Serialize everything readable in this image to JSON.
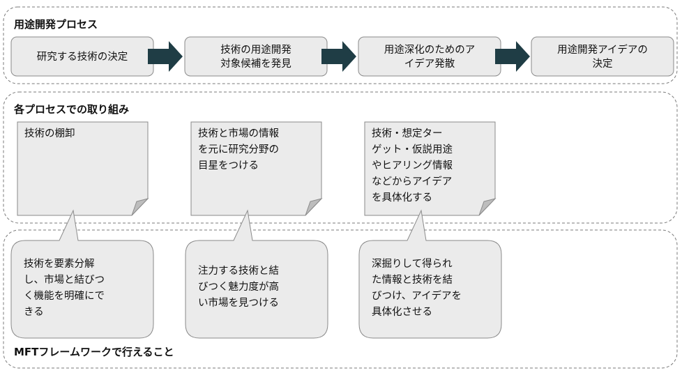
{
  "sections": {
    "process": {
      "title": "用途開発プロセス"
    },
    "efforts": {
      "title": "各プロセスでの取り組み"
    },
    "mft": {
      "title": "MFTフレームワークで行えること"
    }
  },
  "process_steps": [
    {
      "lines": [
        "研究する技術の決定"
      ]
    },
    {
      "lines": [
        "技術の用途開発",
        "対象候補を発見"
      ]
    },
    {
      "lines": [
        "用途深化のためのア",
        "イデア発散"
      ]
    },
    {
      "lines": [
        "用途開発アイデアの",
        "決定"
      ]
    }
  ],
  "notes": [
    {
      "lines": [
        "技術の棚卸"
      ]
    },
    {
      "lines": [
        "技術と市場の情報",
        "を元に研究分野の",
        "目星をつける"
      ]
    },
    {
      "lines": [
        "技術・想定ター",
        "ゲット・仮説用途",
        "やヒアリング情報",
        "などからアイデア",
        "を具体化する"
      ]
    }
  ],
  "bubbles": [
    {
      "lines": [
        "技術を要素分解",
        "し、市場と結びつ",
        "く機能を明確にで",
        "きる"
      ]
    },
    {
      "lines": [
        "注力する技術と結",
        "びつく魅力度が高",
        "い市場を見つける"
      ]
    },
    {
      "lines": [
        "深掘りして得られ",
        "た情報と技術を結",
        "びつけ、アイデアを",
        "具体化させる"
      ]
    }
  ],
  "colors": {
    "box_fill": "#ebebeb",
    "box_stroke": "#8a8a8a",
    "arrow": "#1f3d45",
    "dashed": "#7a7a7a"
  }
}
